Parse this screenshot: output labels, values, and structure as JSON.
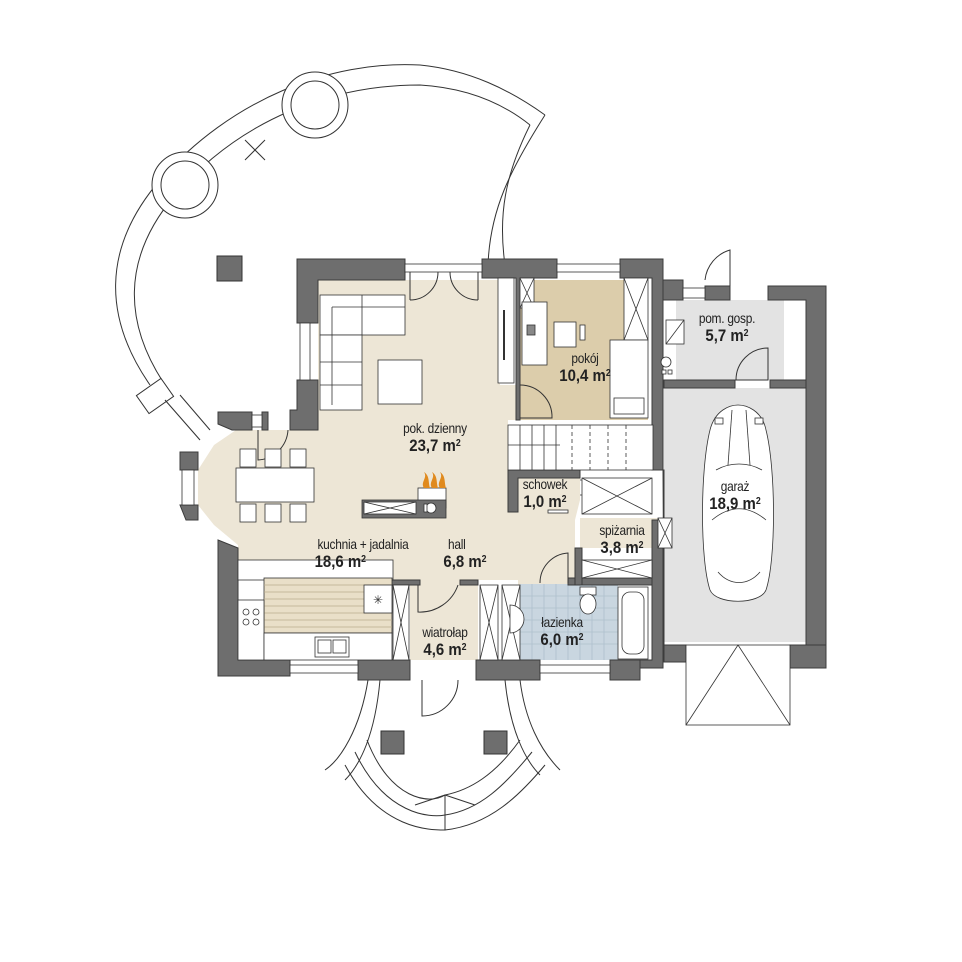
{
  "colors": {
    "wall": "#6e6e6e",
    "wall_stroke": "#3c3c3c",
    "floor_living": "#ede6d6",
    "floor_room": "#dccdab",
    "floor_garage": "#e3e3e3",
    "floor_bath": "#c9d6e0",
    "fire": "#e08a1e",
    "line": "#333333"
  },
  "rooms": [
    {
      "id": "pokoj-dzienny",
      "name": "pok. dzienny",
      "area": "23,7 m",
      "sup": "2"
    },
    {
      "id": "pokoj",
      "name": "pokój",
      "area": "10,4 m",
      "sup": "2"
    },
    {
      "id": "pom-gosp",
      "name": "pom. gosp.",
      "area": "5,7 m",
      "sup": "2"
    },
    {
      "id": "garaz",
      "name": "garaż",
      "area": "18,9 m",
      "sup": "2"
    },
    {
      "id": "schowek",
      "name": "schowek",
      "area": "1,0 m",
      "sup": "2"
    },
    {
      "id": "spizarnia",
      "name": "spiżarnia",
      "area": "3,8 m",
      "sup": "2"
    },
    {
      "id": "kuchnia-jadalnia",
      "name": "kuchnia + jadalnia",
      "area": "18,6 m",
      "sup": "2"
    },
    {
      "id": "hall",
      "name": "hall",
      "area": "6,8 m",
      "sup": "2"
    },
    {
      "id": "wiatrolap",
      "name": "wiatrołap",
      "area": "4,6 m",
      "sup": "2"
    },
    {
      "id": "lazienka",
      "name": "łazienka",
      "area": "6,0 m",
      "sup": "2"
    }
  ]
}
